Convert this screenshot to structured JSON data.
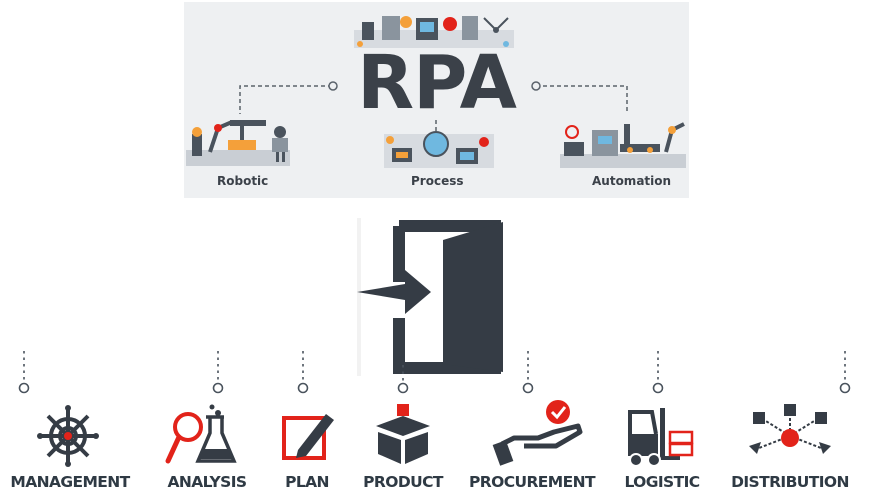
{
  "rpa": {
    "title": "RPA",
    "items": [
      {
        "label": "Robotic"
      },
      {
        "label": "Process"
      },
      {
        "label": "Automation"
      }
    ]
  },
  "categories": [
    {
      "label": "MANAGEMENT",
      "icon": "ship-wheel-icon"
    },
    {
      "label": "ANALYSIS",
      "icon": "magnifier-flask-icon"
    },
    {
      "label": "PLAN",
      "icon": "pencil-square-icon"
    },
    {
      "label": "PRODUCT",
      "icon": "box-icon"
    },
    {
      "label": "PROCUREMENT",
      "icon": "hand-check-icon"
    },
    {
      "label": "LOGISTIC",
      "icon": "forklift-icon"
    },
    {
      "label": "DISTRIBUTION",
      "icon": "network-nodes-icon"
    }
  ],
  "colors": {
    "dark": "#353c45",
    "red": "#e2231a",
    "panel": "#eef0f2"
  }
}
